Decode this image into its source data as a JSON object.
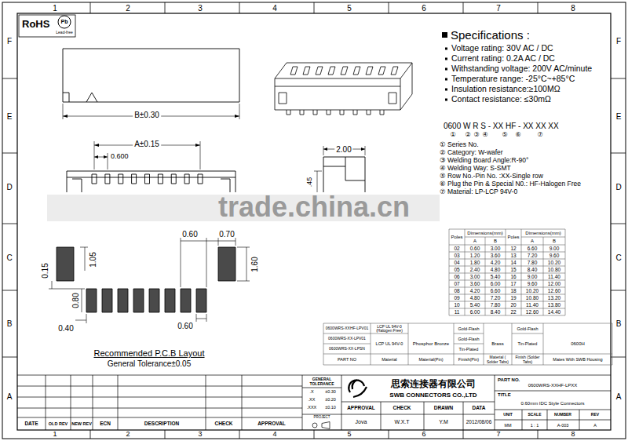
{
  "diagram": {
    "labels": [
      "1",
      "2",
      "3",
      "4",
      "5",
      "6",
      "7",
      "8",
      "1",
      "2",
      "3",
      "4",
      "5",
      "6",
      "7",
      "8",
      "F",
      "E",
      "D",
      "C",
      "B",
      "A",
      "F",
      "E",
      "D",
      "C",
      "B",
      "A",
      "RoHS",
      "Pb",
      "Lead-free",
      "Specifications :",
      "Voltage rating: 30V AC / DC",
      "Current rating: 0.2A  AC / DC",
      "Withstanding voltage: 200V AC/minute",
      "Temperature range: -25°C~+85°C",
      "Insulation resistance:≥100MΩ",
      "Contact resistance: ≤30mΩ",
      "0600 W R S - XX HF - XX XX XX",
      "①",
      "②",
      "③",
      "④",
      "⑤",
      "⑥",
      "⑦",
      "① Series No.",
      "② Category: W-wafer",
      "③ Welding Board Angle:R-90°",
      "④ Welding Way: S-SMT",
      "⑤ Row No.-Pin No. :XX-Single row",
      "⑥ Plug the Pin & Special N0.: HF-Halogen Free",
      "⑦ Material: LP-LCP 94V-0",
      "trade.china.cn",
      "B±0.30",
      "A±0.15",
      "0.600",
      "2.00",
      ".45",
      "0.60",
      "0.70",
      "1.05",
      "1.60",
      "0.15",
      "0.80",
      "0.40",
      "0.60",
      "Recommended P.C.B Layout",
      "General Tolerance±0.05",
      "Poles",
      "Dimensions(mm)",
      "A",
      "B",
      "Poles",
      "Dimensions(mm)",
      "A",
      "B",
      "02",
      "0.60",
      "3.00",
      "12",
      "6.60",
      "9.00",
      "03",
      "1.20",
      "3.60",
      "13",
      "7.20",
      "9.60",
      "04",
      "1.80",
      "4.20",
      "14",
      "7.80",
      "10.20",
      "05",
      "2.40",
      "4.80",
      "15",
      "8.40",
      "10.80",
      "06",
      "3.00",
      "5.40",
      "16",
      "9.00",
      "11.40",
      "07",
      "3.60",
      "6.00",
      "17",
      "9.60",
      "12.00",
      "08",
      "4.20",
      "6.60",
      "18",
      "10.20",
      "12.60",
      "09",
      "4.80",
      "7.20",
      "19",
      "10.80",
      "13.20",
      "10",
      "5.40",
      "7.80",
      "20",
      "11.40",
      "13.80",
      "11",
      "6.00",
      "8.40",
      "22",
      "12.60",
      "14.40",
      "0600WRS-XXHF-LPV01",
      "LCP UL 94V-0 (Halogen Free)",
      "Phosphor Bronze",
      "Gold-Flash",
      "Brass",
      "Gold-Flash",
      "0600H",
      "0600WRS-XX-LPV01",
      "LCP UL 94V-0",
      "Gold-Flash",
      "Tin-Plated",
      "0600WRS-XX-LPSN",
      "Tin-Plated",
      "PART NO",
      "Material",
      "Material(Pin)",
      "Finish(Pin)",
      "Material ( Solder Tabs)",
      "Finish (Solder Tabs)",
      "Mates With SWB Housing",
      "DATE",
      "OLD REV",
      "NEW REV",
      "ECN",
      "DESCRIPTION",
      "CHECK",
      "APPROVAL",
      "GENERAL TOLERANCE",
      ".X",
      "±0.30",
      ".XX",
      "±0.20",
      ".XXX",
      "±0.10",
      "PROJECT",
      "思索连接器有限公司",
      "SWB CONNECTORS CO.,LTD",
      "APPROVAL",
      "CHECK",
      "DRAWN",
      "DATA",
      "Jova",
      "W.X.T",
      "Y.M",
      "2012/08/06",
      "PART NO.",
      "0600WRS-XXHF-LPXX",
      "TITLE",
      "0.60mm IDC Style Connectors",
      "UNIT",
      "SCALE",
      "NUMBER",
      "REV",
      "MM",
      "1 : 1",
      "A-003",
      "A"
    ]
  }
}
